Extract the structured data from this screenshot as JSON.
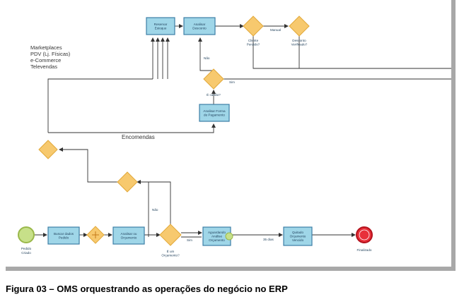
{
  "caption": "Figura 03 – OMS orquestrando as operações do negócio no ERP",
  "colors": {
    "task_fill": "#9fd6e8",
    "task_stroke": "#3d7ea6",
    "gateway_fill": "#f7c96e",
    "gateway_stroke": "#e2a93a",
    "start_fill": "#c7e089",
    "start_stroke": "#9ab84a",
    "end_fill": "#e8303a",
    "line": "#333333",
    "frame": "#a8a8a8"
  },
  "channels": [
    "Marketplaces",
    "PDV (Lj. Físicas)",
    "e-Commerce",
    "Televendas"
  ],
  "tasks": {
    "reservar_estoque": [
      "Reservar",
      "Estoque"
    ],
    "analisar_desconto": [
      "Analisar",
      "Desconto"
    ],
    "analisar_forma_pagamento": [
      "Analisar Forma",
      "de Pagamento"
    ],
    "buscar_dados_pedido": [
      "Buscar dados",
      "Pedido"
    ],
    "analisar_orcamento": [
      "Analisar ou",
      "Orçamento"
    ],
    "aguardando_analise_orcamento": [
      "Aguardando",
      "Análise",
      "Orçamento"
    ],
    "quitado_orcamento_vencido": [
      "Quitado",
      "Orçamento",
      "Vencido"
    ]
  },
  "gateways": {
    "cliente_perdido": [
      "Cliente",
      "Perdido?"
    ],
    "desconto_verificado": [
      "Desconto",
      "Verificado?"
    ],
    "e_cartao": [
      "É cartão?"
    ],
    "e_um_orcamento": [
      "É um",
      "Orçamento?"
    ]
  },
  "events": {
    "start": [
      "Pedido",
      "Criado"
    ],
    "end": [
      "Finalizado"
    ]
  },
  "flow_labels": {
    "manual": "Manual",
    "nao_top": "Não",
    "sim_top": "Sim",
    "encomendas": "Encomendas",
    "nao_bottom": "Não",
    "sim_bottom": "Sim",
    "dias": "35 dias"
  }
}
